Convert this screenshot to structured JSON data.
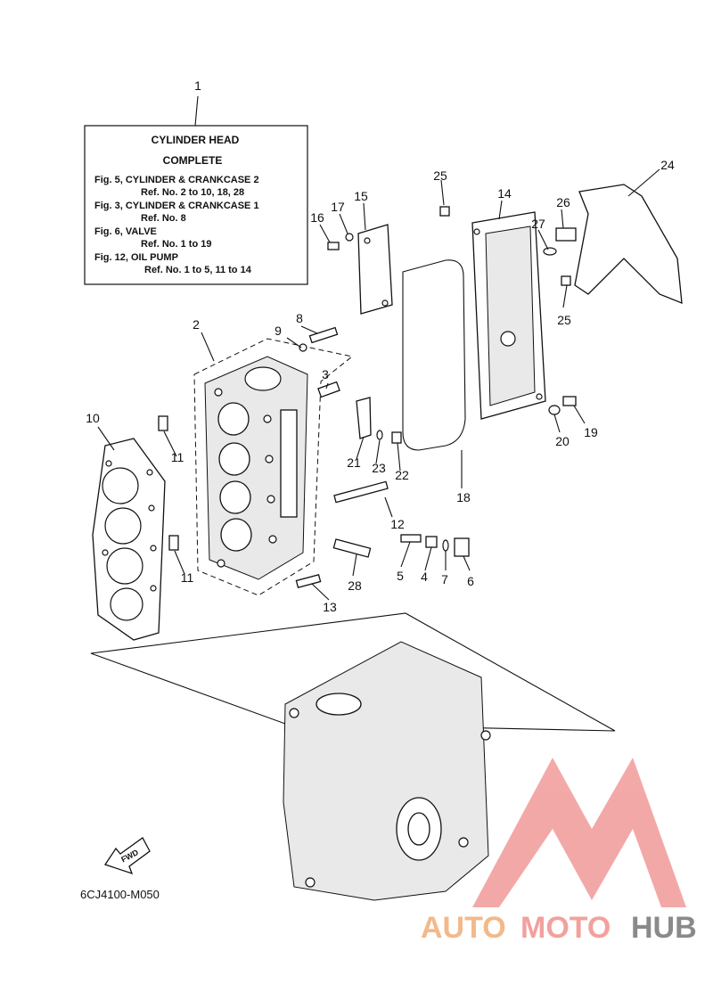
{
  "info_box": {
    "title_line1": "CYLINDER  HEAD",
    "title_line2": "COMPLETE",
    "lines": [
      {
        "fig": "Fig. 5, CYLINDER & CRANKCASE 2",
        "ref": "Ref. No. 2 to 10, 18, 28"
      },
      {
        "fig": "Fig. 3, CYLINDER & CRANKCASE 1",
        "ref": "Ref. No. 8"
      },
      {
        "fig": "Fig. 6, VALVE",
        "ref": "Ref. No. 1 to 19"
      },
      {
        "fig": "Fig. 12, OIL PUMP",
        "ref": "Ref. No. 1 to 5, 11 to 14"
      }
    ]
  },
  "callouts": {
    "c1": "1",
    "c2": "2",
    "c3": "3",
    "c4": "4",
    "c5": "5",
    "c6": "6",
    "c7": "7",
    "c8": "8",
    "c9": "9",
    "c10": "10",
    "c11a": "11",
    "c11b": "11",
    "c12": "12",
    "c13": "13",
    "c14": "14",
    "c15": "15",
    "c16": "16",
    "c17": "17",
    "c18": "18",
    "c19": "19",
    "c20": "20",
    "c21": "21",
    "c22": "22",
    "c23": "23",
    "c24": "24",
    "c25a": "25",
    "c25b": "25",
    "c26": "26",
    "c27": "27",
    "c28": "28"
  },
  "fwd_label": "FWD",
  "diagram_code": "6CJ4100-M050",
  "watermark": {
    "part1": "AUTO",
    "part2": "MOTO",
    "part3": "HUB",
    "colors": {
      "auto": "#f3b98a",
      "moto": "#f2a19d",
      "hub": "#8a8a8a",
      "logo": "#f08c8c"
    }
  }
}
